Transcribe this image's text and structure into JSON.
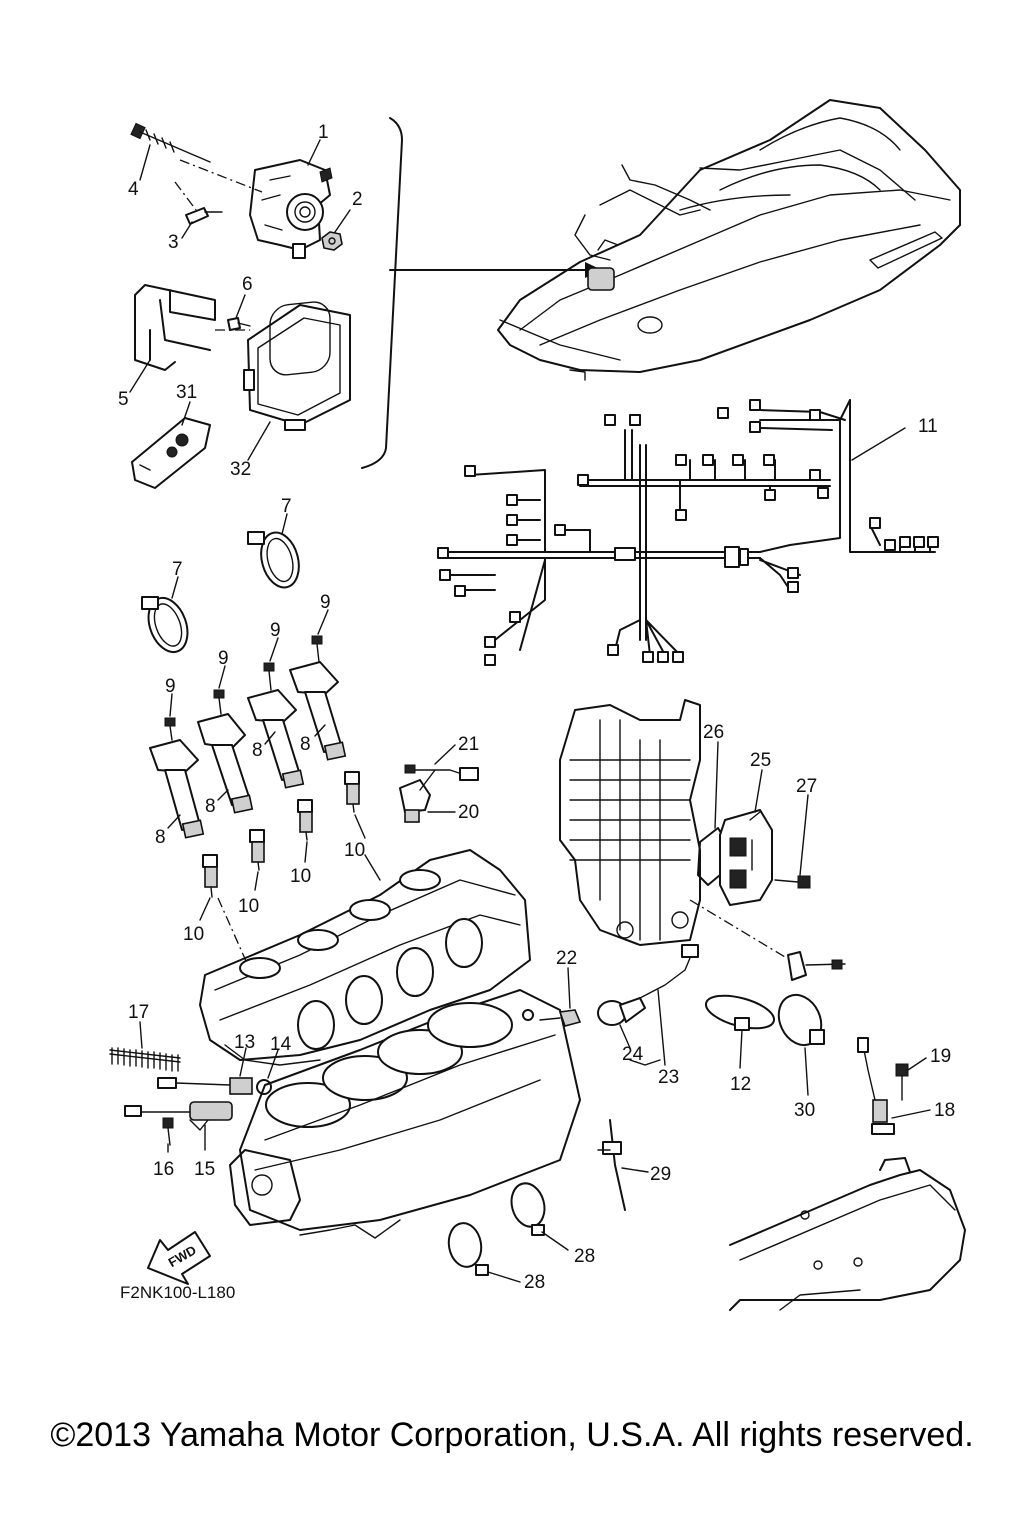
{
  "diagram": {
    "drawing_code": "F2NK100-L180",
    "fwd_label": "FWD",
    "callouts": [
      "1",
      "2",
      "3",
      "4",
      "5",
      "6",
      "31",
      "32",
      "7",
      "7",
      "9",
      "9",
      "9",
      "9",
      "8",
      "8",
      "8",
      "8",
      "10",
      "10",
      "10",
      "10",
      "11",
      "21",
      "20",
      "22",
      "23",
      "24",
      "25",
      "26",
      "27",
      "12",
      "30",
      "13",
      "14",
      "15",
      "16",
      "17",
      "18",
      "19",
      "28",
      "28",
      "29"
    ]
  },
  "footer": {
    "copyright": "©2013 Yamaha Motor Corporation, U.S.A. All rights reserved."
  }
}
